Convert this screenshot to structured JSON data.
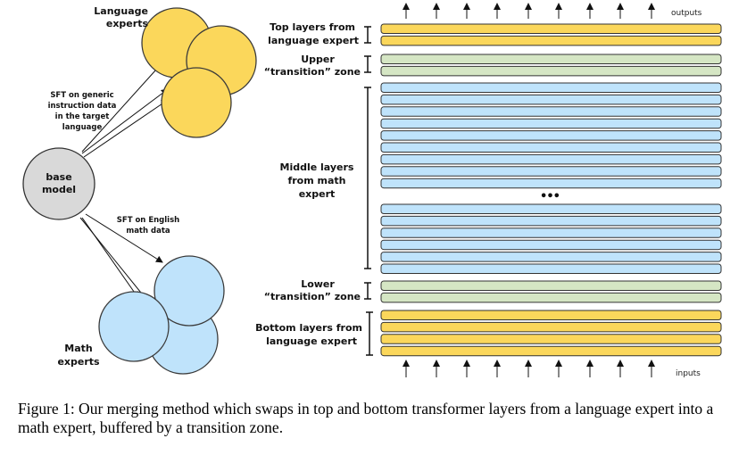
{
  "colors": {
    "language": "#FBD75B",
    "language_stroke": "#3a3a3a",
    "math": "#BFE3FB",
    "transition": "#D5E6C4",
    "base": "#D9D9D9",
    "outline": "#333333"
  },
  "left": {
    "base_model": [
      "base",
      "model"
    ],
    "language_experts": [
      "Language",
      "experts"
    ],
    "math_experts": [
      "Math",
      "experts"
    ],
    "sft_generic": [
      "SFT on generic",
      "instruction data",
      "in the target",
      "language"
    ],
    "sft_math": [
      "SFT on English",
      "math data"
    ]
  },
  "stack": {
    "outputs": "outputs",
    "inputs": "inputs",
    "top_label": [
      "Top layers from",
      "language expert"
    ],
    "upper_label": [
      "Upper",
      "“transition” zone"
    ],
    "middle_label": [
      "Middle layers",
      "from math",
      "expert"
    ],
    "lower_label": [
      "Lower",
      "“transition” zone"
    ],
    "bottom_label": [
      "Bottom layers from",
      "language expert"
    ],
    "ellipsis": "•••",
    "layers": {
      "top_language": 2,
      "upper_transition": 2,
      "middle_math_upper": 9,
      "middle_math_lower": 6,
      "lower_transition": 2,
      "bottom_language": 4
    }
  },
  "caption": "Figure 1: Our merging method which swaps in top and bottom transformer layers from a language expert into a math expert, buffered by a transition zone."
}
